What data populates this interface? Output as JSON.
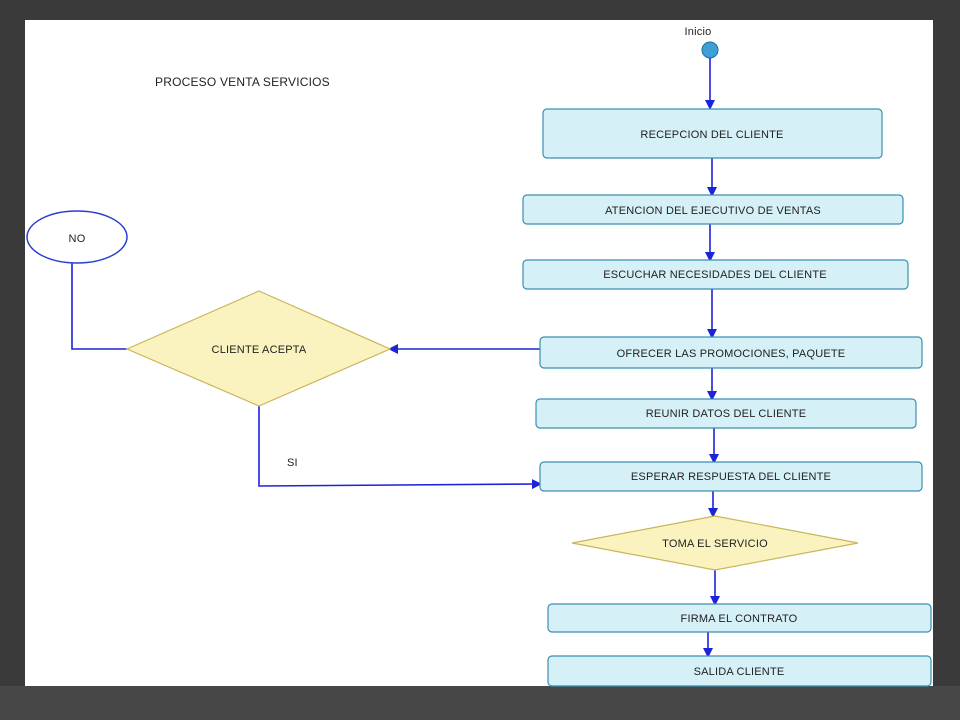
{
  "diagram": {
    "title": "PROCESO VENTA SERVICIOS",
    "start_label": "Inicio",
    "nodes": {
      "recepcion": "RECEPCION DEL CLIENTE",
      "atencion": "ATENCION DEL EJECUTIVO DE VENTAS",
      "escuchar": "ESCUCHAR NECESIDADES DEL CLIENTE",
      "ofrecer": "OFRECER LAS PROMOCIONES, PAQUETE",
      "reunir": "REUNIR DATOS DEL CLIENTE",
      "esperar": "ESPERAR RESPUESTA DEL CLIENTE",
      "toma": "TOMA EL SERVICIO",
      "firma": "FIRMA EL CONTRATO",
      "salida": "SALIDA CLIENTE",
      "cliente_acepta": "CLIENTE ACEPTA",
      "no": "NO"
    },
    "edge_labels": {
      "si": "SI"
    },
    "colors": {
      "process_fill": "#d6f0f8",
      "process_stroke": "#3a8fb0",
      "decision_fill": "#fbf3bf",
      "connector": "#1d23d8",
      "start": "#3f9ed6"
    }
  }
}
